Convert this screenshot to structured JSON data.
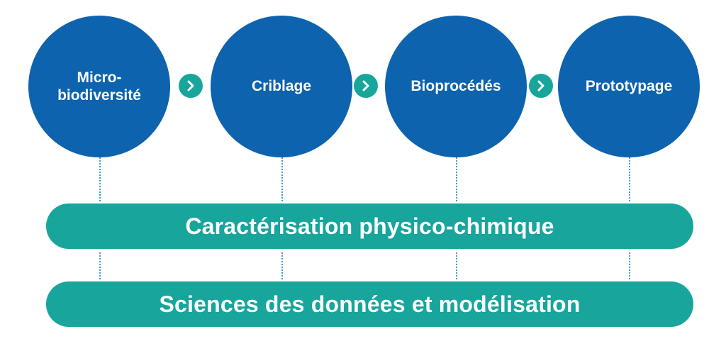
{
  "colors": {
    "circle": "#0d63ad",
    "accent_teal": "#17a59c",
    "dotted_line": "#3a9dcc",
    "text": "#ffffff"
  },
  "steps": [
    {
      "label": "Micro-\nbiodiversité"
    },
    {
      "label": "Criblage"
    },
    {
      "label": "Bioprocédés"
    },
    {
      "label": "Prototypage"
    }
  ],
  "connectors": [
    {
      "icon": "chevron-right-icon"
    },
    {
      "icon": "chevron-right-icon"
    },
    {
      "icon": "chevron-right-icon"
    }
  ],
  "bands": [
    {
      "label": "Caractérisation physico-chimique"
    },
    {
      "label": "Sciences des données et modélisation"
    }
  ]
}
